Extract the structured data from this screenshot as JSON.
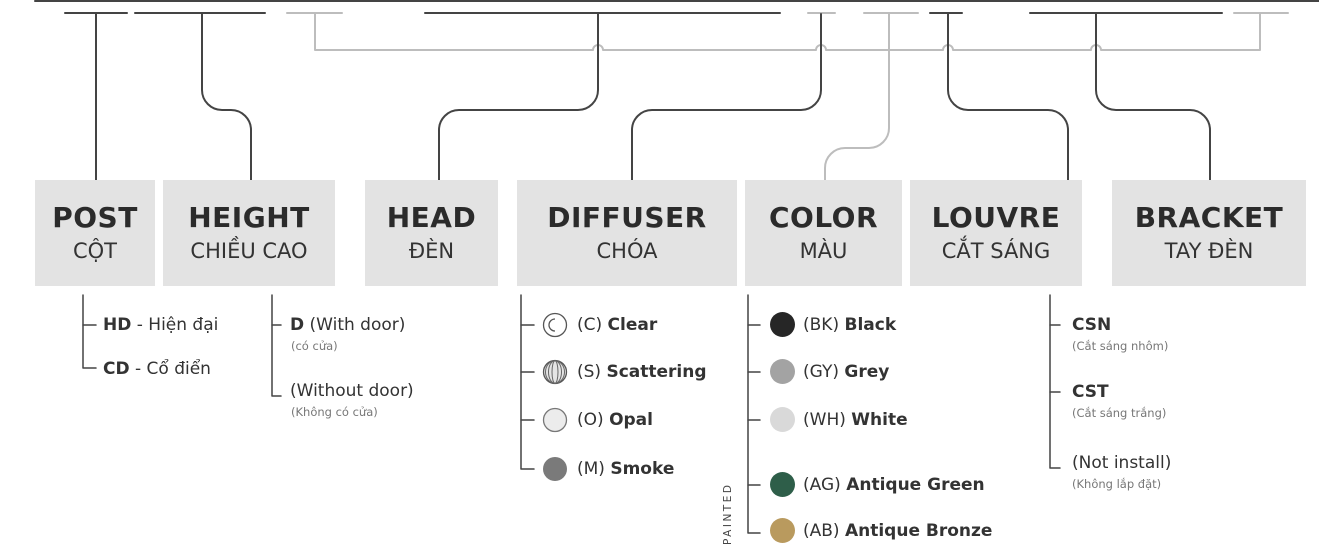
{
  "categories": {
    "post": {
      "title": "POST",
      "sub": "CỘT"
    },
    "height": {
      "title": "HEIGHT",
      "sub": "CHIỀU CAO"
    },
    "head": {
      "title": "HEAD",
      "sub": "ĐÈN"
    },
    "diffuser": {
      "title": "DIFFUSER",
      "sub": "CHÓA"
    },
    "color": {
      "title": "COLOR",
      "sub": "MÀU"
    },
    "louvre": {
      "title": "LOUVRE",
      "sub": "CẮT SÁNG"
    },
    "bracket": {
      "title": "BRACKET",
      "sub": "TAY ĐÈN"
    }
  },
  "post_options": [
    {
      "code": "HD",
      "desc": " - Hiện đại"
    },
    {
      "code": "CD",
      "desc": " - Cổ điển"
    }
  ],
  "height_options": [
    {
      "code": "D",
      "desc": " (With door)",
      "note": "(có cửa)"
    },
    {
      "code": "",
      "desc": "(Without door)",
      "note": "(Không có cửa)"
    }
  ],
  "diffuser_options": [
    {
      "code": "(C) ",
      "name": "Clear",
      "icon": "clear-diffuser-icon"
    },
    {
      "code": "(S) ",
      "name": "Scattering",
      "icon": "scattering-diffuser-icon"
    },
    {
      "code": "(O) ",
      "name": "Opal",
      "icon": "opal-diffuser-icon"
    },
    {
      "code": "(M) ",
      "name": "Smoke",
      "icon": "smoke-diffuser-icon"
    }
  ],
  "color_options": [
    {
      "code": "(BK) ",
      "name": "Black",
      "color": "#262626"
    },
    {
      "code": "(GY) ",
      "name": "Grey",
      "color": "#a3a3a3"
    },
    {
      "code": "(WH) ",
      "name": "White",
      "color": "#d9d9d9"
    },
    {
      "code": "(AG) ",
      "name": "Antique Green",
      "color": "#2e5e49"
    },
    {
      "code": "(AB) ",
      "name": "Antique Bronze",
      "color": "#b99a5e"
    }
  ],
  "painted_label": "PAINTED",
  "louvre_options": [
    {
      "code": "CSN",
      "note": "(Cắt sáng nhôm)"
    },
    {
      "code": "CST",
      "note": "(Cắt sáng trắng)"
    },
    {
      "code": "(Not install)",
      "note": "(Không lắp đặt)"
    }
  ],
  "colors": {
    "box_bg": "#e3e3e3",
    "line_dark": "#444444",
    "line_light": "#bdbdbd"
  }
}
